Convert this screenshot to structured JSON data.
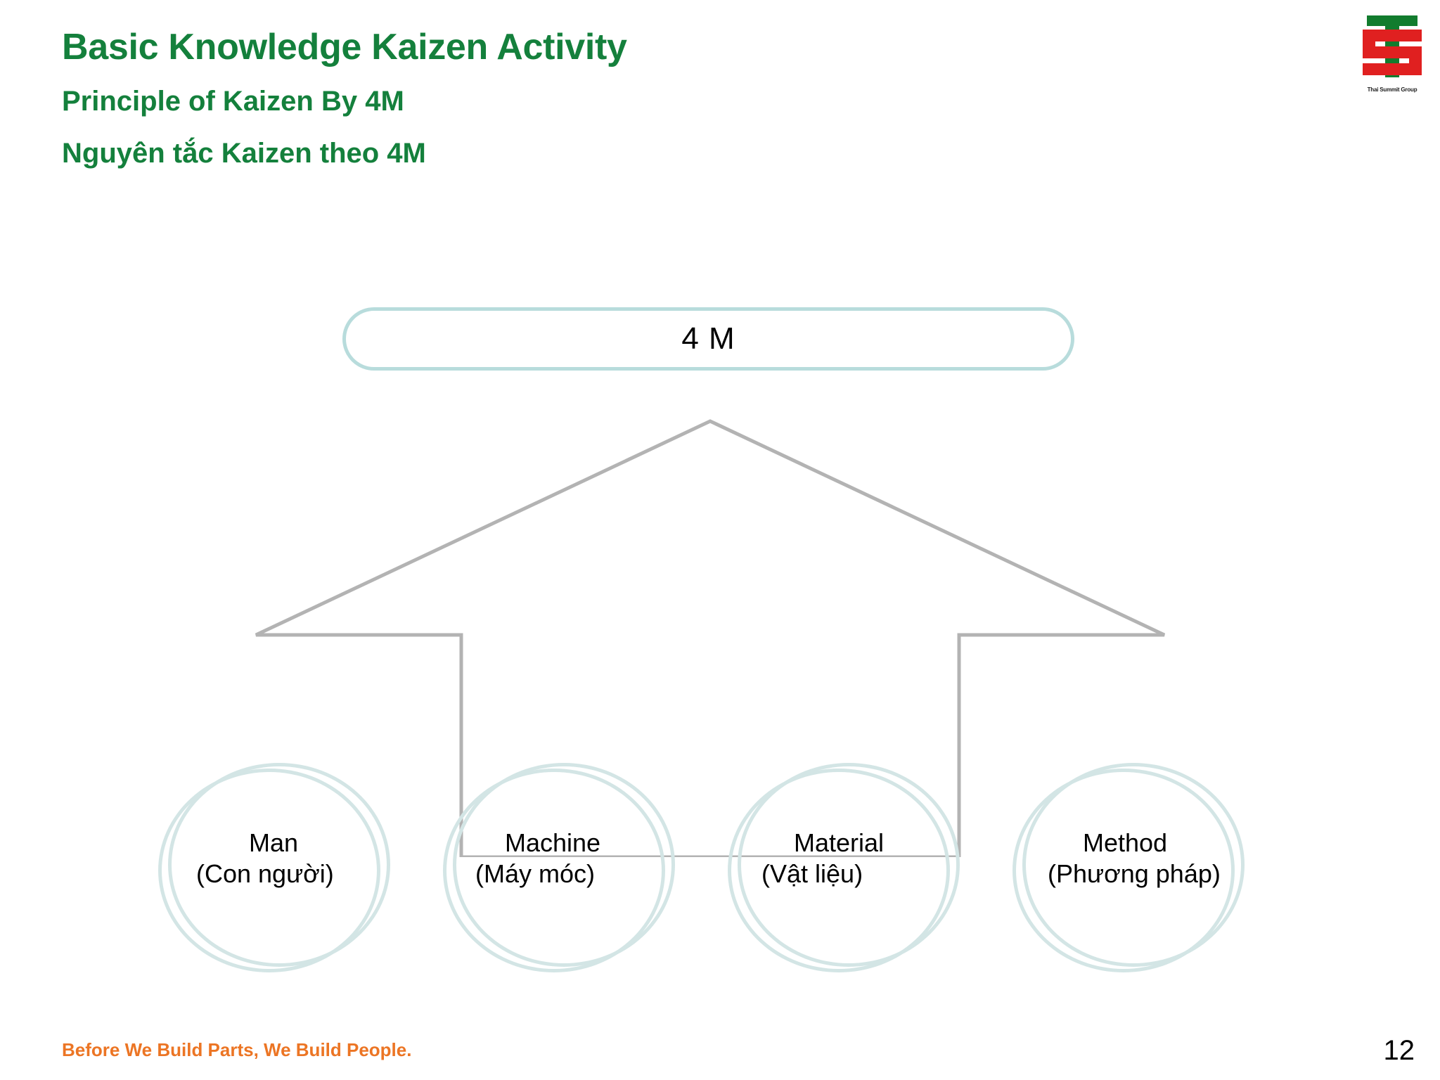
{
  "slide": {
    "title": "Basic Knowledge Kaizen Activity",
    "subtitle_en": "Principle of Kaizen  By 4M",
    "subtitle_vi": "Nguyên tắc Kaizen theo 4M",
    "page_number": "12",
    "footer_tagline": "Before We Build Parts, We Build People.",
    "colors": {
      "heading_green": "#14803c",
      "footer_orange": "#ec7524",
      "outline_teal": "#b8dcdc",
      "circle_teal": "#d3e5e5",
      "arrow_gray": "#b3b3b3",
      "logo_red": "#e02020",
      "logo_green": "#127c2e"
    }
  },
  "logo": {
    "name": "thai-summit-group-logo",
    "caption": "Thai Summit Group"
  },
  "diagram": {
    "header_box": {
      "label": "4 M"
    },
    "arrow": {
      "name": "up-arrow-shape",
      "direction": "up"
    },
    "nodes": [
      {
        "label_en": "Man",
        "label_vi": "(Con người)",
        "name": "man"
      },
      {
        "label_en": "Machine",
        "label_vi": "(Máy móc)",
        "name": "machine"
      },
      {
        "label_en": "Material",
        "label_vi": "(Vật liệu)",
        "name": "material"
      },
      {
        "label_en": "Method",
        "label_vi": "(Phương pháp)",
        "name": "method"
      }
    ]
  }
}
